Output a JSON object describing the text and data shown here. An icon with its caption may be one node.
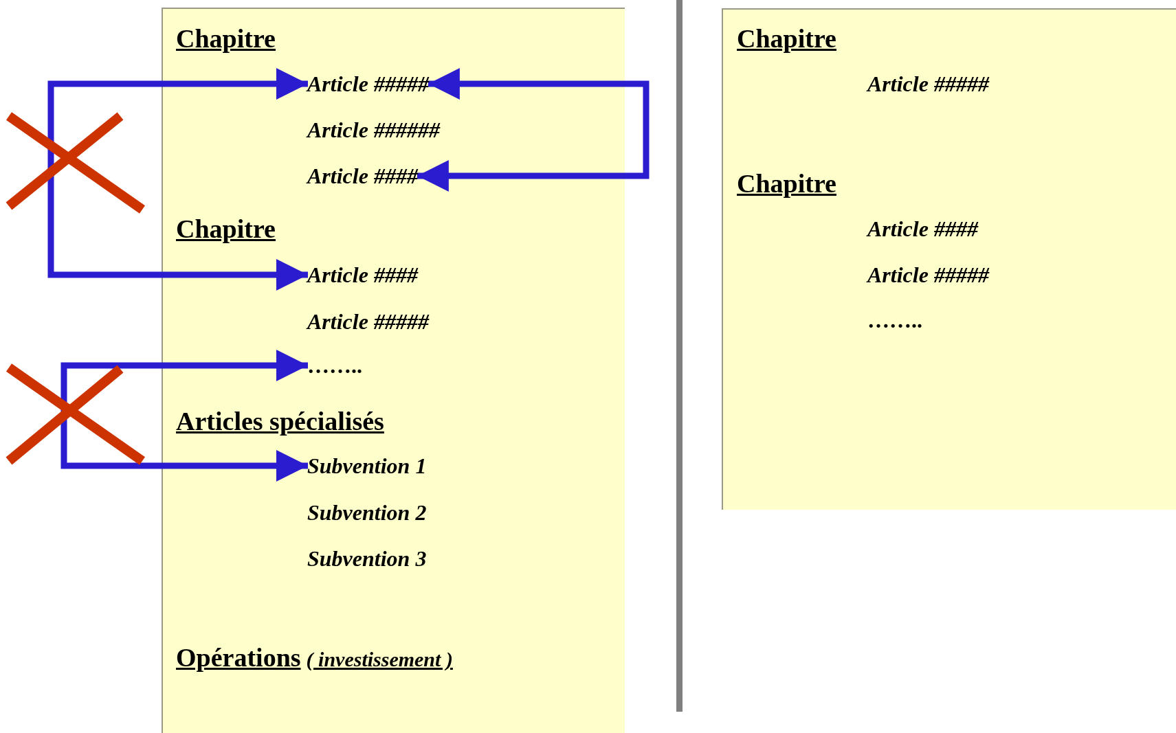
{
  "diagram": {
    "nodes": [
      {
        "text": [],
        "shape": "box"
      },
      {
        "text": [
          "Chapitre"
        ],
        "in": 0
      },
      {
        "text": [
          "Article #####"
        ],
        "in": 0
      },
      {
        "text": [
          "Article ######"
        ],
        "in": 0
      },
      {
        "text": [
          "Article ####"
        ],
        "in": 0
      },
      {
        "text": [
          "Chapitre"
        ],
        "in": 0
      },
      {
        "text": [
          "Article ####"
        ],
        "in": 0
      },
      {
        "text": [
          "Article #####"
        ],
        "in": 0
      },
      {
        "text": [
          "…….."
        ],
        "in": 0
      },
      {
        "text": [
          "Articles spécialisés"
        ],
        "in": 0
      },
      {
        "text": [
          "Subvention 1"
        ],
        "in": 0
      },
      {
        "text": [
          "Subvention 2"
        ],
        "in": 0
      },
      {
        "text": [
          "Subvention 3"
        ],
        "in": 0
      },
      {
        "text": [
          "Opérations",
          "( investissement )"
        ],
        "in": 0
      },
      {
        "text": [],
        "shape": "box"
      },
      {
        "text": [
          "Chapitre"
        ],
        "in": 14
      },
      {
        "text": [
          "Article #####"
        ],
        "in": 14
      },
      {
        "text": [
          "Chapitre"
        ],
        "in": 14
      },
      {
        "text": [
          "Article ####"
        ],
        "in": 14
      },
      {
        "text": [
          "Article #####"
        ],
        "in": 14
      },
      {
        "text": [
          "…….."
        ],
        "in": 14
      }
    ],
    "edges": [
      {
        "from": 2,
        "to": 6,
        "arrow": "both"
      },
      {
        "from": 8,
        "to": 10,
        "arrow": "both"
      },
      {
        "from": 2,
        "to": 4,
        "arrow": "both"
      }
    ]
  }
}
